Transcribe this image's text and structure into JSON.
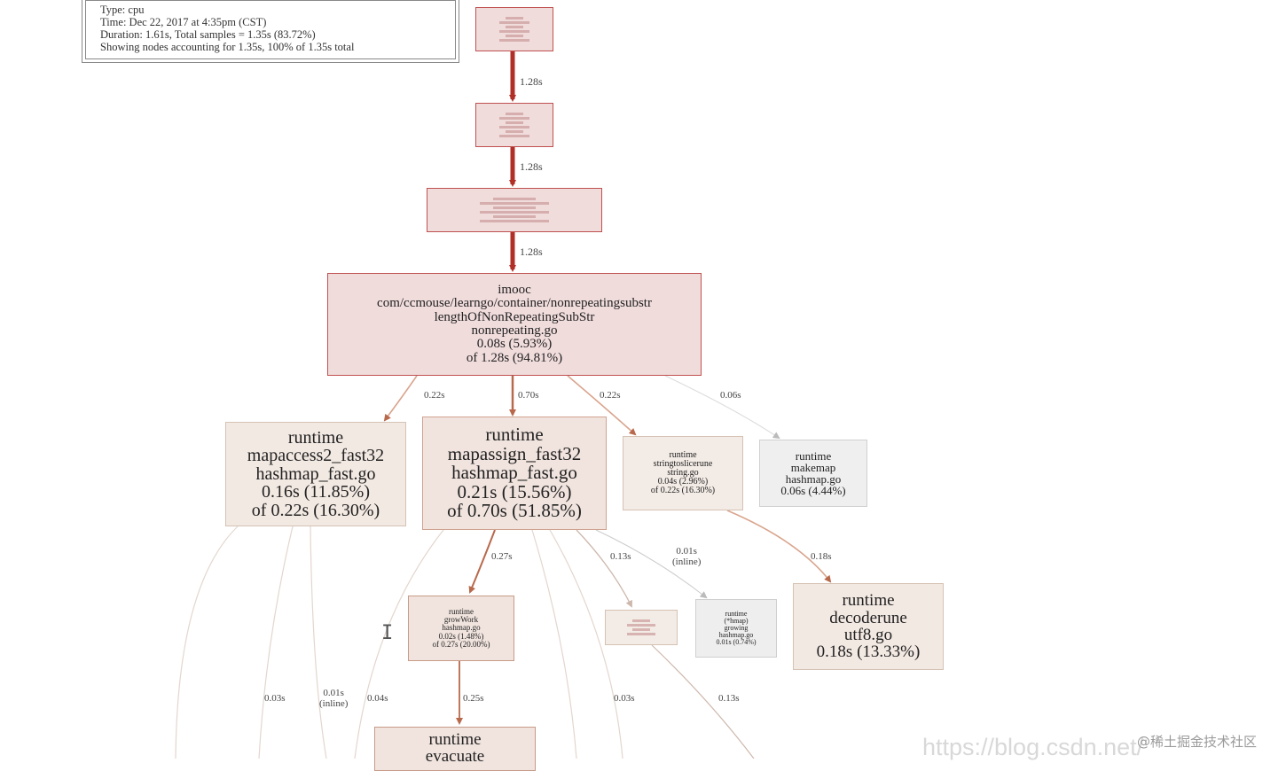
{
  "legend": {
    "lines": [
      "Type: cpu",
      "Time: Dec 22, 2017 at 4:35pm (CST)",
      "Duration: 1.61s, Total samples = 1.35s (83.72%)",
      "Showing nodes accounting for 1.35s, 100% of 1.35s total"
    ]
  },
  "nodes": [
    {
      "id": "n1",
      "lines": [
        "",
        "",
        "",
        "",
        "",
        ""
      ],
      "border": "#c05050",
      "bg": "#f1dcdc"
    },
    {
      "id": "n2",
      "lines": [
        "",
        "",
        "",
        "",
        "",
        ""
      ],
      "border": "#c05050",
      "bg": "#f1dcdc"
    },
    {
      "id": "n3",
      "lines": [
        "",
        "",
        "",
        "",
        "",
        ""
      ],
      "border": "#c05050",
      "bg": "#f1dcdc"
    },
    {
      "id": "n4",
      "lines": [
        "imooc",
        "com/ccmouse/learngo/container/nonrepeatingsubstr",
        "lengthOfNonRepeatingSubStr",
        "nonrepeating.go",
        "0.08s (5.93%)",
        "of 1.28s (94.81%)"
      ],
      "border": "#c05050",
      "bg": "#f1dcdc"
    },
    {
      "id": "n5",
      "lines": [
        "runtime",
        "mapaccess2_fast32",
        "hashmap_fast.go",
        "0.16s (11.85%)",
        "of 0.22s (16.30%)"
      ],
      "border": "#d6c2b4",
      "bg": "#f3e9e3"
    },
    {
      "id": "n6",
      "lines": [
        "runtime",
        "mapassign_fast32",
        "hashmap_fast.go",
        "0.21s (15.56%)",
        "of 0.70s (51.85%)"
      ],
      "border": "#d0a290",
      "bg": "#f1e4de"
    },
    {
      "id": "n7",
      "lines": [
        "runtime",
        "stringtoslicerune",
        "string.go",
        "0.04s (2.96%)",
        "of 0.22s (16.30%)"
      ],
      "border": "#d6c2b4",
      "bg": "#f3ebe5"
    },
    {
      "id": "n8",
      "lines": [
        "runtime",
        "makemap",
        "hashmap.go",
        "0.06s (4.44%)"
      ],
      "border": "#d0d0d0",
      "bg": "#efefef"
    },
    {
      "id": "n9",
      "lines": [
        "runtime",
        "growWork",
        "hashmap.go",
        "0.02s (1.48%)",
        "of 0.27s (20.00%)"
      ],
      "border": "#c89a88",
      "bg": "#f1e4de"
    },
    {
      "id": "n10",
      "lines": [
        "",
        "",
        "",
        ""
      ],
      "border": "#d6c2b4",
      "bg": "#f3ebe5"
    },
    {
      "id": "n11",
      "lines": [
        "runtime",
        "(*hmap)",
        "growing",
        "hashmap.go",
        "0.01s (0.74%)"
      ],
      "border": "#cfcfcf",
      "bg": "#eeeeee"
    },
    {
      "id": "n12",
      "lines": [
        "runtime",
        "decoderune",
        "utf8.go",
        "0.18s (13.33%)"
      ],
      "border": "#d6c2b4",
      "bg": "#f3e9e3"
    },
    {
      "id": "n13",
      "lines": [
        "runtime",
        "evacuate"
      ],
      "border": "#c89a88",
      "bg": "#f1e4de"
    }
  ],
  "edge_labels": [
    {
      "id": "e1",
      "text": "1.28s"
    },
    {
      "id": "e2",
      "text": "1.28s"
    },
    {
      "id": "e3",
      "text": "1.28s"
    },
    {
      "id": "e4",
      "text": "0.22s"
    },
    {
      "id": "e5",
      "text": "0.70s"
    },
    {
      "id": "e6",
      "text": "0.22s"
    },
    {
      "id": "e7",
      "text": "0.06s"
    },
    {
      "id": "e8",
      "text": "0.27s"
    },
    {
      "id": "e9",
      "text": "0.13s"
    },
    {
      "id": "e10",
      "text": "0.01s\n(inline)"
    },
    {
      "id": "e11",
      "text": "0.18s"
    },
    {
      "id": "e12",
      "text": "0.25s"
    },
    {
      "id": "e13",
      "text": "0.03s"
    },
    {
      "id": "e14",
      "text": "0.01s\n(inline)"
    },
    {
      "id": "e15",
      "text": "0.04s"
    },
    {
      "id": "e16",
      "text": "0.03s"
    },
    {
      "id": "e17",
      "text": "0.13s"
    }
  ],
  "watermark": {
    "url": "https://blog.csdn.net/",
    "brand": "@稀土掘金技术社区"
  }
}
